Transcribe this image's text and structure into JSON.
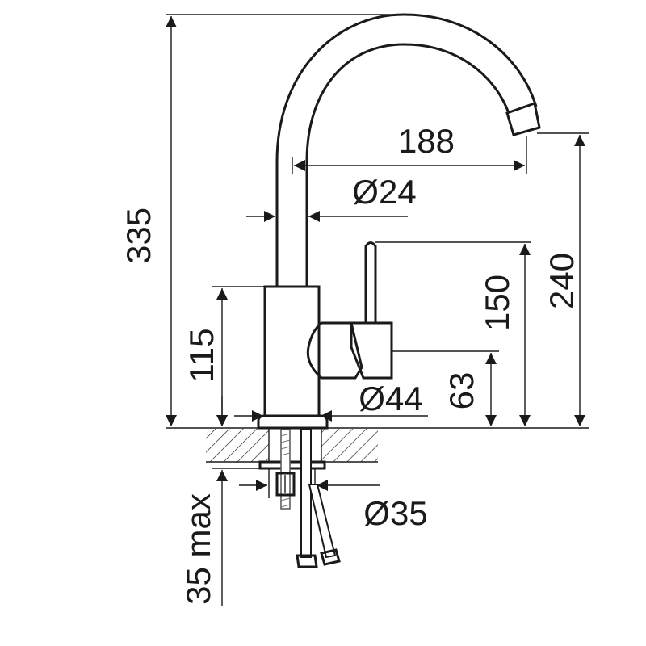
{
  "drawing": {
    "title": "Faucet dimension drawing",
    "line_color": "#1a1a1a",
    "dimensions": {
      "total_height": "335",
      "spout_reach": "188",
      "spout_diameter": "Ø24",
      "spout_height": "240",
      "handle_height": "150",
      "body_height": "115",
      "handle_axis_height": "63",
      "base_diameter": "Ø44",
      "mount_hole_diameter": "Ø35",
      "max_counter_thickness": "35 max"
    }
  }
}
